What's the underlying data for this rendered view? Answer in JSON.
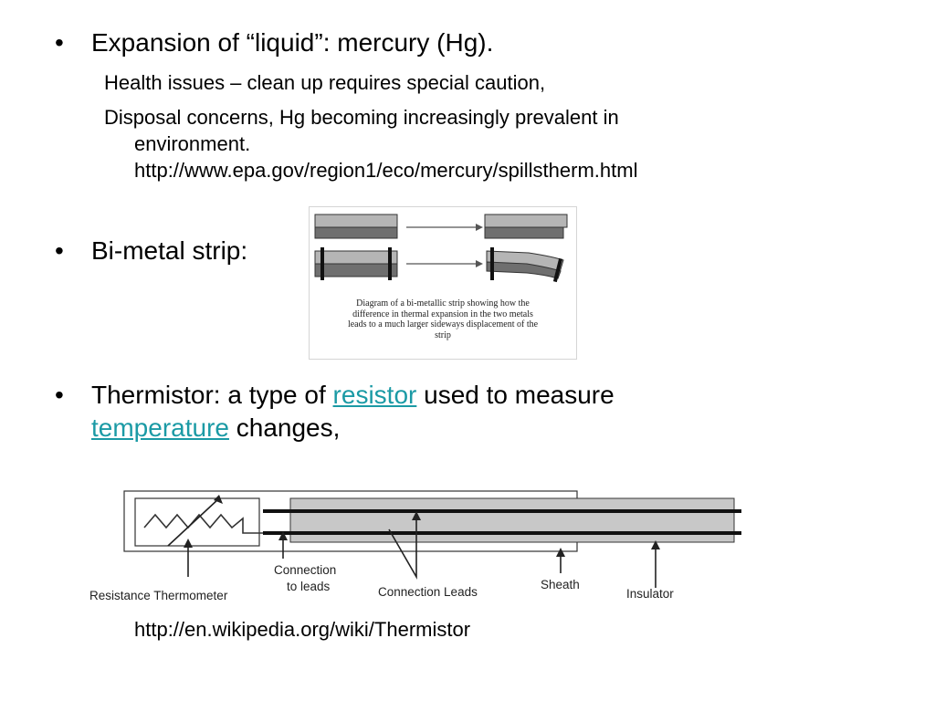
{
  "bullets": [
    {
      "dot": "•",
      "text": "Expansion of “liquid”: mercury (Hg)."
    },
    {
      "dot": "•",
      "text": "Bi-metal strip:"
    },
    {
      "dot": "•",
      "text_before": "Thermistor: a type of ",
      "link1": "resistor",
      "text_mid": " used to measure",
      "link2": "temperature",
      "text_after": " changes,"
    }
  ],
  "sub_items": {
    "health": "Health issues – clean up requires special caution,",
    "disposal_line1": "Disposal concerns, Hg becoming increasingly prevalent in",
    "disposal_line2": "environment.",
    "disposal_url": "http://www.epa.gov/region1/eco/mercury/spillstherm.html"
  },
  "bimetal_figure": {
    "caption_lines": [
      "Diagram of a bi-metallic strip showing how the",
      "difference in thermal expansion in the two metals",
      "leads to a much larger sideways displacement of the",
      "strip"
    ]
  },
  "thermistor_figure": {
    "labels": {
      "resistance_thermometer": "Resistance Thermometer",
      "connection_to_leads_1": "Connection",
      "connection_to_leads_2": "to leads",
      "connection_leads": "Connection Leads",
      "sheath": "Sheath",
      "insulator": "Insulator"
    }
  },
  "footer_url": "http://en.wikipedia.org/wiki/Thermistor",
  "colors": {
    "link": "#1b9aa5",
    "text": "#000000",
    "strip_dark": "#6f6f6f",
    "strip_light": "#b5b5b5",
    "sheath_fill": "#c8c8c8"
  }
}
